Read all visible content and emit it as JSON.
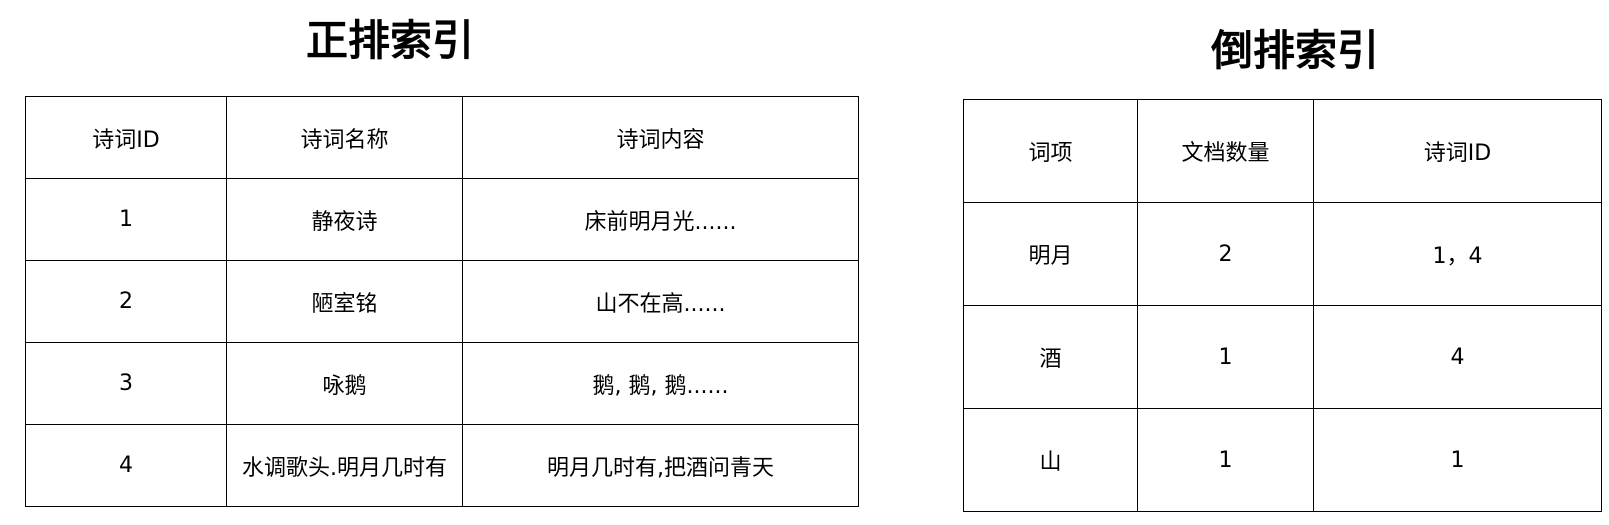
{
  "forward_index": {
    "title": "正排索引",
    "columns": [
      "诗词ID",
      "诗词名称",
      "诗词内容"
    ],
    "rows": [
      [
        "1",
        "静夜诗",
        "床前明月光......"
      ],
      [
        "2",
        "陋室铭",
        "山不在高......"
      ],
      [
        "3",
        "咏鹅",
        "鹅, 鹅, 鹅......"
      ],
      [
        "4",
        "水调歌头.明月几时有",
        "明月几时有,把酒问青天"
      ]
    ]
  },
  "inverted_index": {
    "title": "倒排索引",
    "columns": [
      "词项",
      "文档数量",
      "诗词ID"
    ],
    "rows": [
      [
        "明月",
        "2",
        "1，4"
      ],
      [
        "酒",
        "1",
        "4"
      ],
      [
        "山",
        "1",
        "1"
      ]
    ]
  }
}
